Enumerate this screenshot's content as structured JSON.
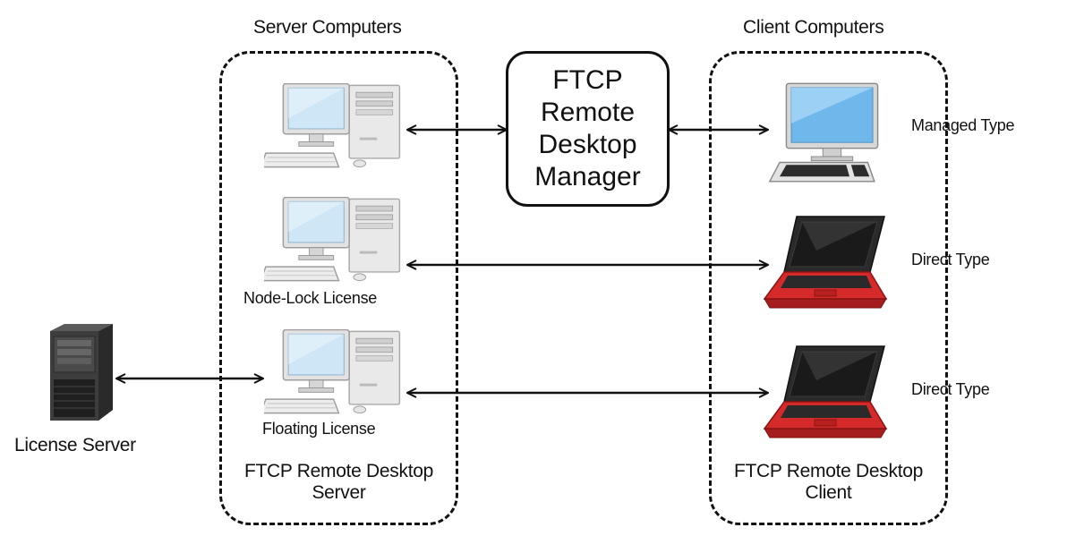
{
  "server_group": {
    "title": "Server Computers",
    "footer_line1": "FTCP Remote Desktop",
    "footer_line2": "Server",
    "pcs": [
      {
        "icon": "desktop-pc-icon",
        "caption": ""
      },
      {
        "icon": "desktop-pc-icon",
        "caption": "Node-Lock License"
      },
      {
        "icon": "desktop-pc-icon",
        "caption": "Floating License"
      }
    ]
  },
  "client_group": {
    "title": "Client Computers",
    "footer_line1": "FTCP Remote Desktop",
    "footer_line2": "Client",
    "clients": [
      {
        "icon": "desktop-monitor-keyboard-icon",
        "type_label": "Managed Type"
      },
      {
        "icon": "laptop-icon",
        "type_label": "Direct Type"
      },
      {
        "icon": "laptop-icon",
        "type_label": "Direct Type"
      }
    ]
  },
  "manager": {
    "line1": "FTCP",
    "line2": "Remote",
    "line3": "Desktop",
    "line4": "Manager"
  },
  "license_server": {
    "icon": "tower-server-icon",
    "label": "License Server"
  },
  "colors": {
    "line": "#111111",
    "laptop_red": "#d42a2a",
    "screen_blue": "#cfe6f7",
    "case_gray": "#e6e6e6",
    "server_dark": "#3d3d3d"
  }
}
